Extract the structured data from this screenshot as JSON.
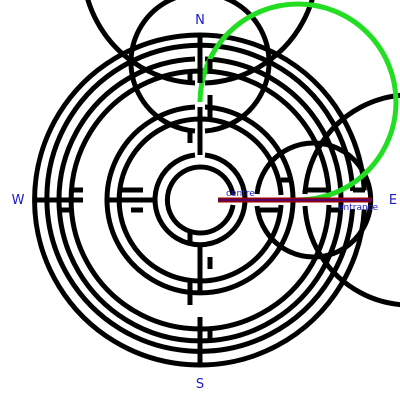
{
  "compass": {
    "north": "N",
    "south": "S",
    "west": "W",
    "east": "E"
  },
  "labels": {
    "centre": "centre",
    "entrance": "entrance"
  },
  "colors": {
    "wall": "#000000",
    "path_highlight": "#22dd22",
    "axis_line": "#9b0000",
    "axis_line_inner": "#0000cc",
    "text": "#1a1acc",
    "background": "#ffffff"
  }
}
